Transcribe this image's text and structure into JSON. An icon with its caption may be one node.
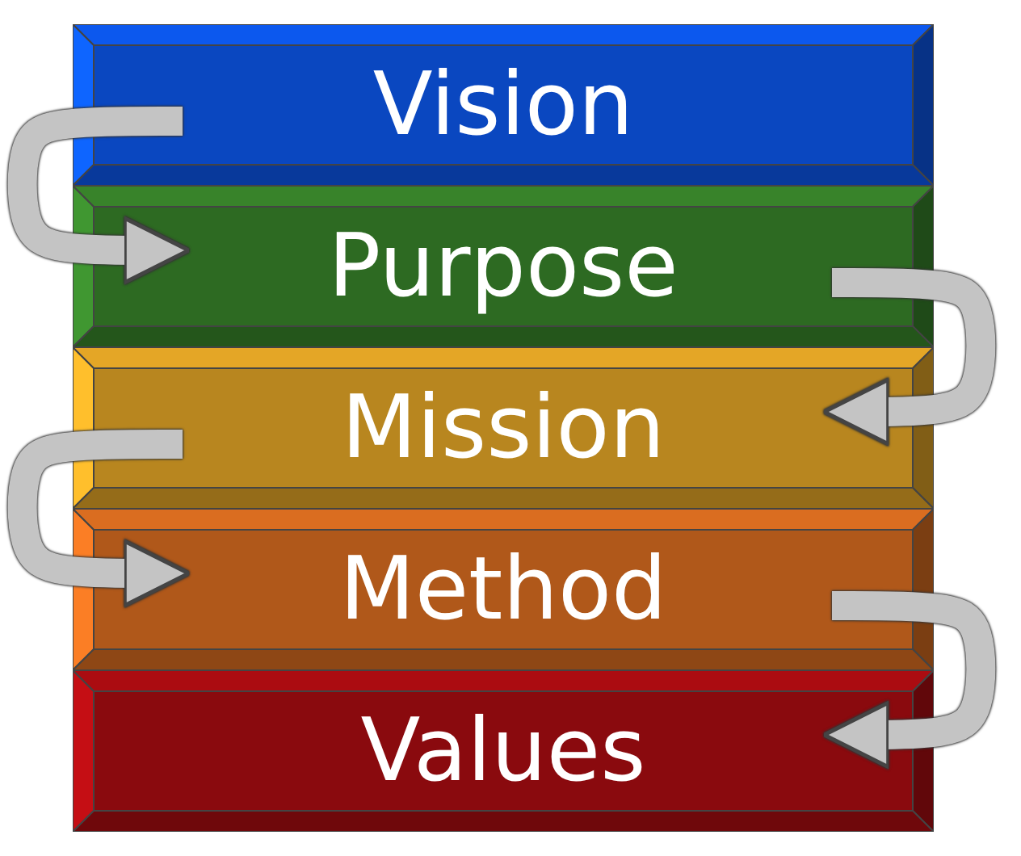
{
  "diagram": {
    "nodes": [
      {
        "text": [
          "Vision"
        ]
      },
      {
        "text": [
          "Purpose"
        ]
      },
      {
        "text": [
          "Mission"
        ]
      },
      {
        "text": [
          "Method"
        ]
      },
      {
        "text": [
          "Values"
        ]
      }
    ],
    "edges": [
      {
        "from": 0,
        "to": 1,
        "arrow": "to"
      },
      {
        "from": 1,
        "to": 2,
        "arrow": "to"
      },
      {
        "from": 2,
        "to": 3,
        "arrow": "to"
      },
      {
        "from": 3,
        "to": 4,
        "arrow": "to"
      }
    ]
  }
}
